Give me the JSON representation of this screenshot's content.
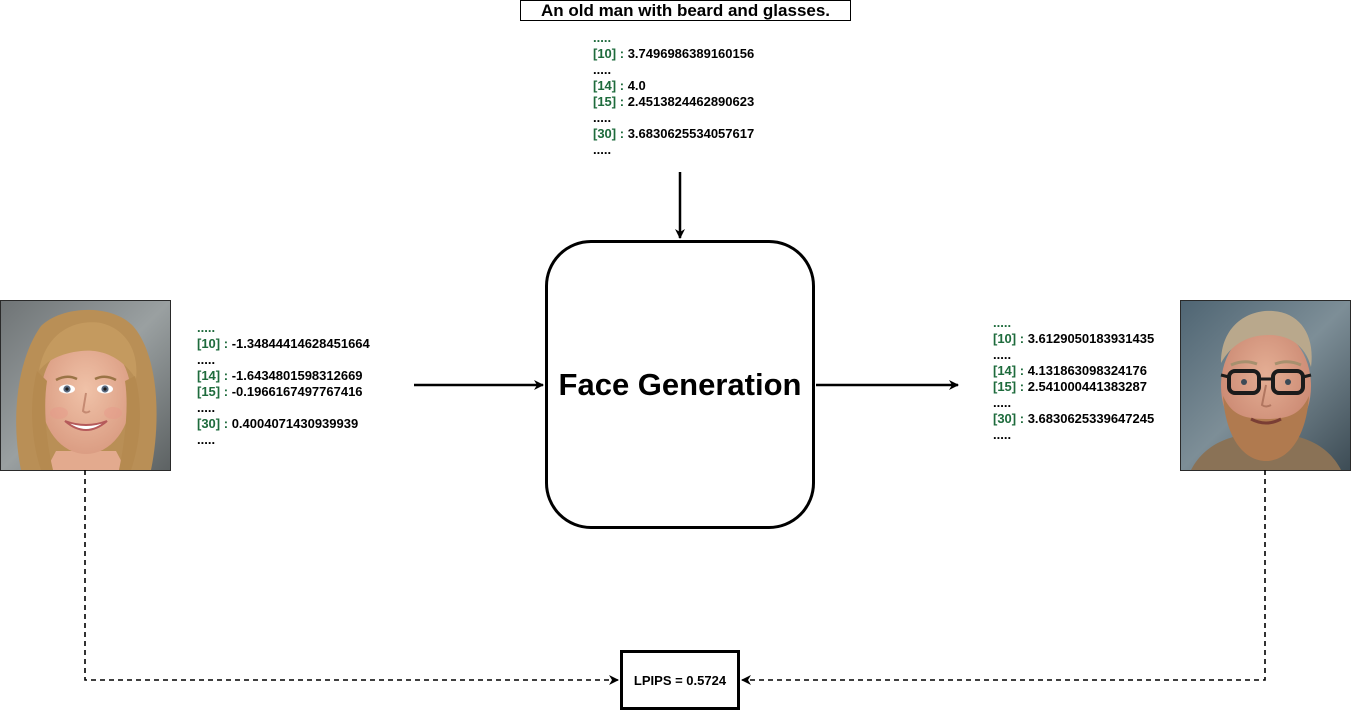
{
  "prompt": {
    "text": "An old man with beard and glasses."
  },
  "top_vector": {
    "rows": [
      {
        "type": "dots",
        "text": ".....",
        "green": true
      },
      {
        "type": "entry",
        "index": "[10]",
        "sep": " : ",
        "value": "3.7496986389160156"
      },
      {
        "type": "dots",
        "text": "....."
      },
      {
        "type": "entry",
        "index": "[14]",
        "sep": " : ",
        "value": "4.0"
      },
      {
        "type": "entry",
        "index": "[15]",
        "sep": " : ",
        "value": "2.4513824462890623"
      },
      {
        "type": "dots",
        "text": "....."
      },
      {
        "type": "entry",
        "index": "[30]",
        "sep": " : ",
        "value": "3.6830625534057617"
      },
      {
        "type": "dots",
        "text": "....."
      }
    ]
  },
  "left_vector": {
    "rows": [
      {
        "type": "dots",
        "text": ".....",
        "green": true
      },
      {
        "type": "entry",
        "index": "[10]",
        "sep": " : ",
        "value": "-1.34844414628451664"
      },
      {
        "type": "dots",
        "text": "....."
      },
      {
        "type": "entry",
        "index": "[14]",
        "sep": " : ",
        "value": "-1.6434801598312669"
      },
      {
        "type": "entry",
        "index": "[15]",
        "sep": " : ",
        "value": "-0.1966167497767416"
      },
      {
        "type": "dots",
        "text": "....."
      },
      {
        "type": "entry",
        "index": "[30]",
        "sep": " : ",
        "value": "0.4004071430939939"
      },
      {
        "type": "dots",
        "text": "....."
      }
    ]
  },
  "right_vector": {
    "rows": [
      {
        "type": "dots",
        "text": ".....",
        "green": true
      },
      {
        "type": "entry",
        "index": "[10]",
        "sep": " : ",
        "value": "3.6129050183931435"
      },
      {
        "type": "dots",
        "text": "....."
      },
      {
        "type": "entry",
        "index": "[14]",
        "sep": " : ",
        "value": "4.131863098324176"
      },
      {
        "type": "entry",
        "index": "[15]",
        "sep": " : ",
        "value": "2.541000441383287"
      },
      {
        "type": "dots",
        "text": "....."
      },
      {
        "type": "entry",
        "index": "[30]",
        "sep": " : ",
        "value": "3.6830625339647245"
      },
      {
        "type": "dots",
        "text": "....."
      }
    ]
  },
  "generator": {
    "label": "Face Generation"
  },
  "metric": {
    "label": "LPIPS = 0.5724"
  },
  "colors": {
    "index": "#1e6b3c",
    "stroke": "#000000"
  },
  "images": {
    "input_face": "young woman with blonde hair, smiling",
    "output_face": "old man with beard and glasses"
  }
}
